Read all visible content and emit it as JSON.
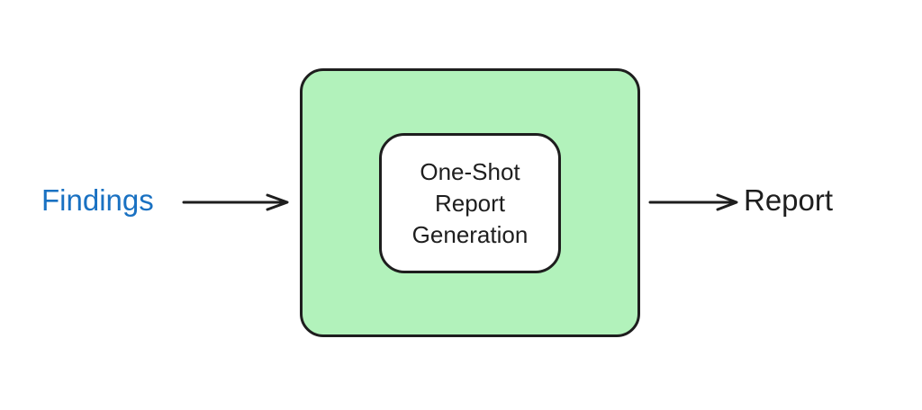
{
  "input_label": "Findings",
  "output_label": "Report",
  "process": {
    "lines": [
      "One-Shot",
      "Report",
      "Generation"
    ]
  },
  "colors": {
    "outer_fill": "#b2f2bb",
    "inner_fill": "#ffffff",
    "stroke": "#1e1e1e",
    "input_text": "#1971c2",
    "output_text": "#1e1e1e"
  }
}
